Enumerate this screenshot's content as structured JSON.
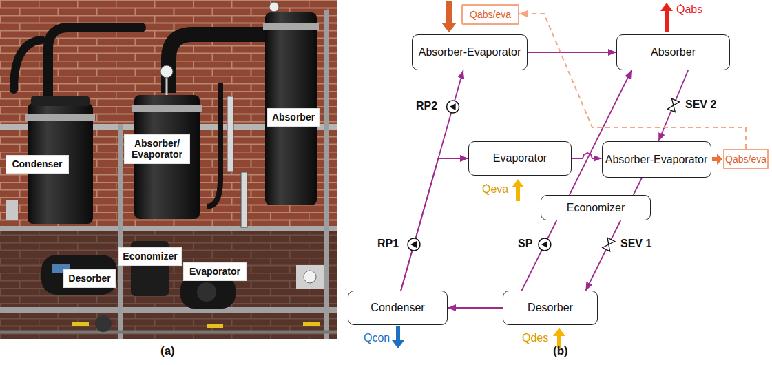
{
  "diagram": {
    "nodes": [
      {
        "text": [
          "Condenser"
        ]
      },
      {
        "text": [
          "Absorber/ Evaporator"
        ]
      },
      {
        "text": [
          "Absorber"
        ]
      },
      {
        "text": [
          "Desorber"
        ]
      },
      {
        "text": [
          "Economizer"
        ]
      },
      {
        "text": [
          "Evaporator"
        ]
      },
      {
        "text": [
          "Q̇abs/eva"
        ]
      },
      {
        "text": [
          "Absorber-Evaporator"
        ]
      },
      {
        "text": [
          "Absorber"
        ]
      },
      {
        "text": [
          "Evaporator"
        ]
      },
      {
        "text": [
          "Absorber-Evaporator"
        ]
      },
      {
        "text": [
          "Q̇abs/eva"
        ]
      },
      {
        "text": [
          "Economizer"
        ]
      },
      {
        "text": [
          "Condenser"
        ]
      },
      {
        "text": [
          "Desorber"
        ]
      }
    ],
    "edges": [
      {
        "from": 13,
        "to": 7,
        "arrow": "to"
      },
      {
        "from": 13,
        "to": 9,
        "arrow": "to"
      },
      {
        "from": 7,
        "to": 8,
        "arrow": "to"
      },
      {
        "from": 9,
        "to": 10,
        "arrow": "to"
      },
      {
        "from": 8,
        "to": 10,
        "arrow": "to"
      },
      {
        "from": 10,
        "to": 12,
        "arrow": "none"
      },
      {
        "from": 12,
        "to": 14,
        "arrow": "to"
      },
      {
        "from": 14,
        "to": 12,
        "arrow": "none"
      },
      {
        "from": 12,
        "to": 8,
        "arrow": "to"
      },
      {
        "from": 14,
        "to": 13,
        "arrow": "to"
      },
      {
        "from": 11,
        "to": 6,
        "arrow": "to"
      }
    ],
    "labels": [
      "(a)",
      "(b)",
      "Q̇abs",
      "Q̇eva",
      "Q̇con",
      "Q̇des",
      "RP2",
      "RP1",
      "SP",
      "SEV 2",
      "SEV 1"
    ]
  }
}
